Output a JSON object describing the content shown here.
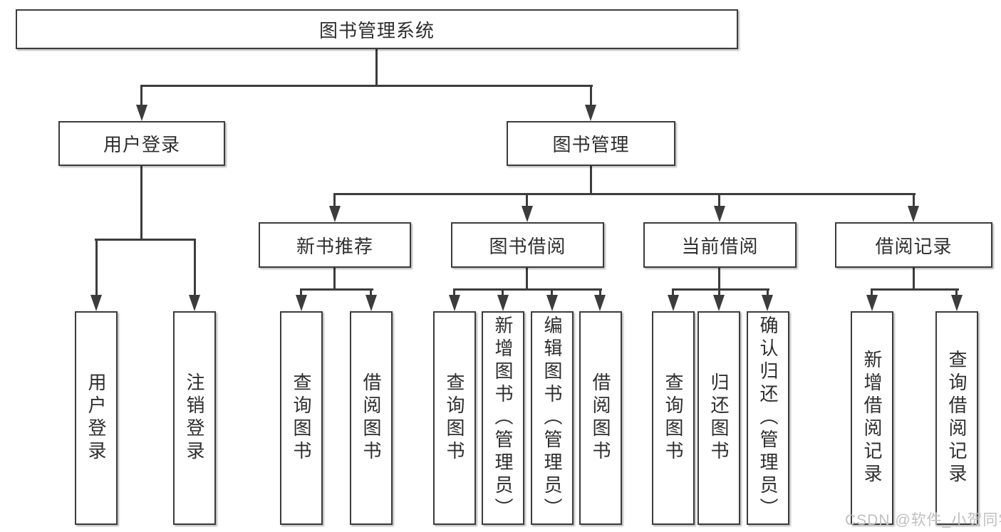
{
  "root": {
    "label": "图书管理系统"
  },
  "level2": {
    "user_login": {
      "label": "用户登录"
    },
    "book_management": {
      "label": "图书管理"
    }
  },
  "level3": {
    "new_book_recommend": {
      "label": "新书推荐"
    },
    "book_borrowing": {
      "label": "图书借阅"
    },
    "current_borrowing": {
      "label": "当前借阅"
    },
    "borrowing_records": {
      "label": "借阅记录"
    }
  },
  "leaves": {
    "user_login": [
      {
        "label": "用户登录"
      },
      {
        "label": "注销登录"
      }
    ],
    "new_book_recommend": [
      {
        "label": "查询图书"
      },
      {
        "label": "借阅图书"
      }
    ],
    "book_borrowing": [
      {
        "label": "查询图书"
      },
      {
        "label": "新增图书（管理员）"
      },
      {
        "label": "编辑图书（管理员）"
      },
      {
        "label": "借阅图书"
      }
    ],
    "current_borrowing": [
      {
        "label": "查询图书"
      },
      {
        "label": "归还图书"
      },
      {
        "label": "确认归还（管理员）"
      }
    ],
    "borrowing_records": [
      {
        "label": "新增借阅记录"
      },
      {
        "label": "查询借阅记录"
      }
    ]
  },
  "watermark": {
    "text": "CSDN @软件_小贺同学"
  },
  "colors": {
    "line": "#3c3c3c",
    "border": "#3c3c3c",
    "text": "#2e2e2e",
    "watermark": "#bfbfbf",
    "background": "#ffffff"
  }
}
